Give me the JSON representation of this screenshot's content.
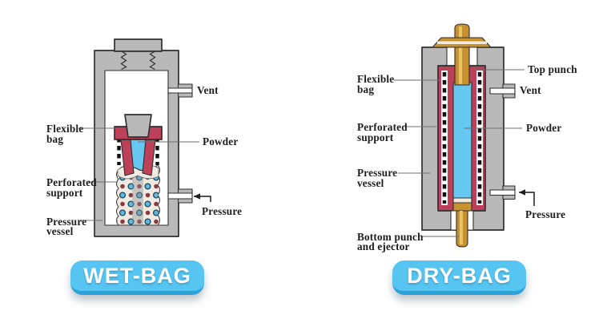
{
  "wet_bag": {
    "badge_label": "WET-BAG",
    "labels": {
      "vent": "Vent",
      "flexible_bag": [
        "Flexible",
        "bag"
      ],
      "powder": "Powder",
      "perforated_support": [
        "Perforated",
        "support"
      ],
      "pressure_vessel": [
        "Pressure",
        "vessel"
      ],
      "pressure": "Pressure"
    }
  },
  "dry_bag": {
    "badge_label": "DRY-BAG",
    "labels": {
      "flexible_bag": [
        "Flexible",
        "bag"
      ],
      "top_punch": "Top punch",
      "vent": "Vent",
      "perforated_support": [
        "Perforated",
        "support"
      ],
      "powder": "Powder",
      "pressure_vessel": [
        "Pressure",
        "vessel"
      ],
      "pressure": "Pressure",
      "bottom_punch_ejector": [
        "Bottom punch",
        "and ejector"
      ]
    }
  },
  "colors": {
    "vessel_gray": "#b9b9b9",
    "bag_red": "#bc4057",
    "powder_blue": "#66c7f0",
    "punch_gold": "#c6912e",
    "punch_gold_highlight": "#eac468",
    "cream_band": "#f3ead9",
    "support_fill": "#efebe2",
    "dot_blue": "#62b9de",
    "dot_red": "#8c3a42",
    "badge_blue": "#56c5f2",
    "badge_edge": "#2ba3d8",
    "badge_text": "#ffffff",
    "label_text": "#1c1c1c",
    "outline": "#2f2f2f",
    "white": "#ffffff"
  }
}
